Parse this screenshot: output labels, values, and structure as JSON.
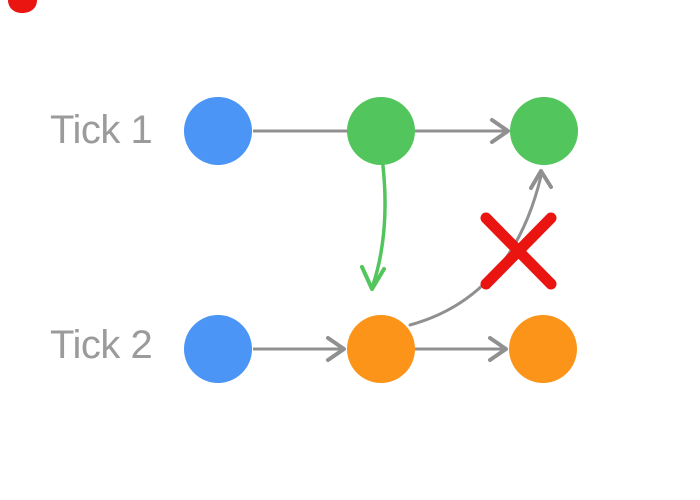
{
  "colors": {
    "background": "#ffffff",
    "node_blue": "#4a95f5",
    "node_green": "#52c55c",
    "node_orange": "#fb9418",
    "edge_gray": "#909090",
    "arrow_green": "#52c55c",
    "cross_red": "#ea1411",
    "label_gray": "#9b9b9b"
  },
  "rows": [
    {
      "label": "Tick 1",
      "nodes": [
        {
          "color": "blue"
        },
        {
          "color": "green"
        },
        {
          "color": "green"
        }
      ]
    },
    {
      "label": "Tick 2",
      "nodes": [
        {
          "color": "blue"
        },
        {
          "color": "orange"
        },
        {
          "color": "orange"
        }
      ]
    }
  ],
  "edges": [
    {
      "from": "tick1-node1",
      "to": "tick1-node2",
      "type": "line",
      "color": "gray"
    },
    {
      "from": "tick1-node2",
      "to": "tick1-node3",
      "type": "arrow",
      "color": "gray"
    },
    {
      "from": "tick2-node1",
      "to": "tick2-node2",
      "type": "arrow",
      "color": "gray"
    },
    {
      "from": "tick2-node2",
      "to": "tick2-node3",
      "type": "arrow",
      "color": "gray"
    },
    {
      "from": "tick1-node2",
      "to": "tick2-node2",
      "type": "curved-arrow",
      "color": "green"
    },
    {
      "from": "tick2-node2",
      "to": "tick1-node3",
      "type": "curved-arrow",
      "color": "gray",
      "crossed_out": true
    }
  ],
  "annotations": {
    "red_x": "red-x-over-upward-arrow"
  }
}
